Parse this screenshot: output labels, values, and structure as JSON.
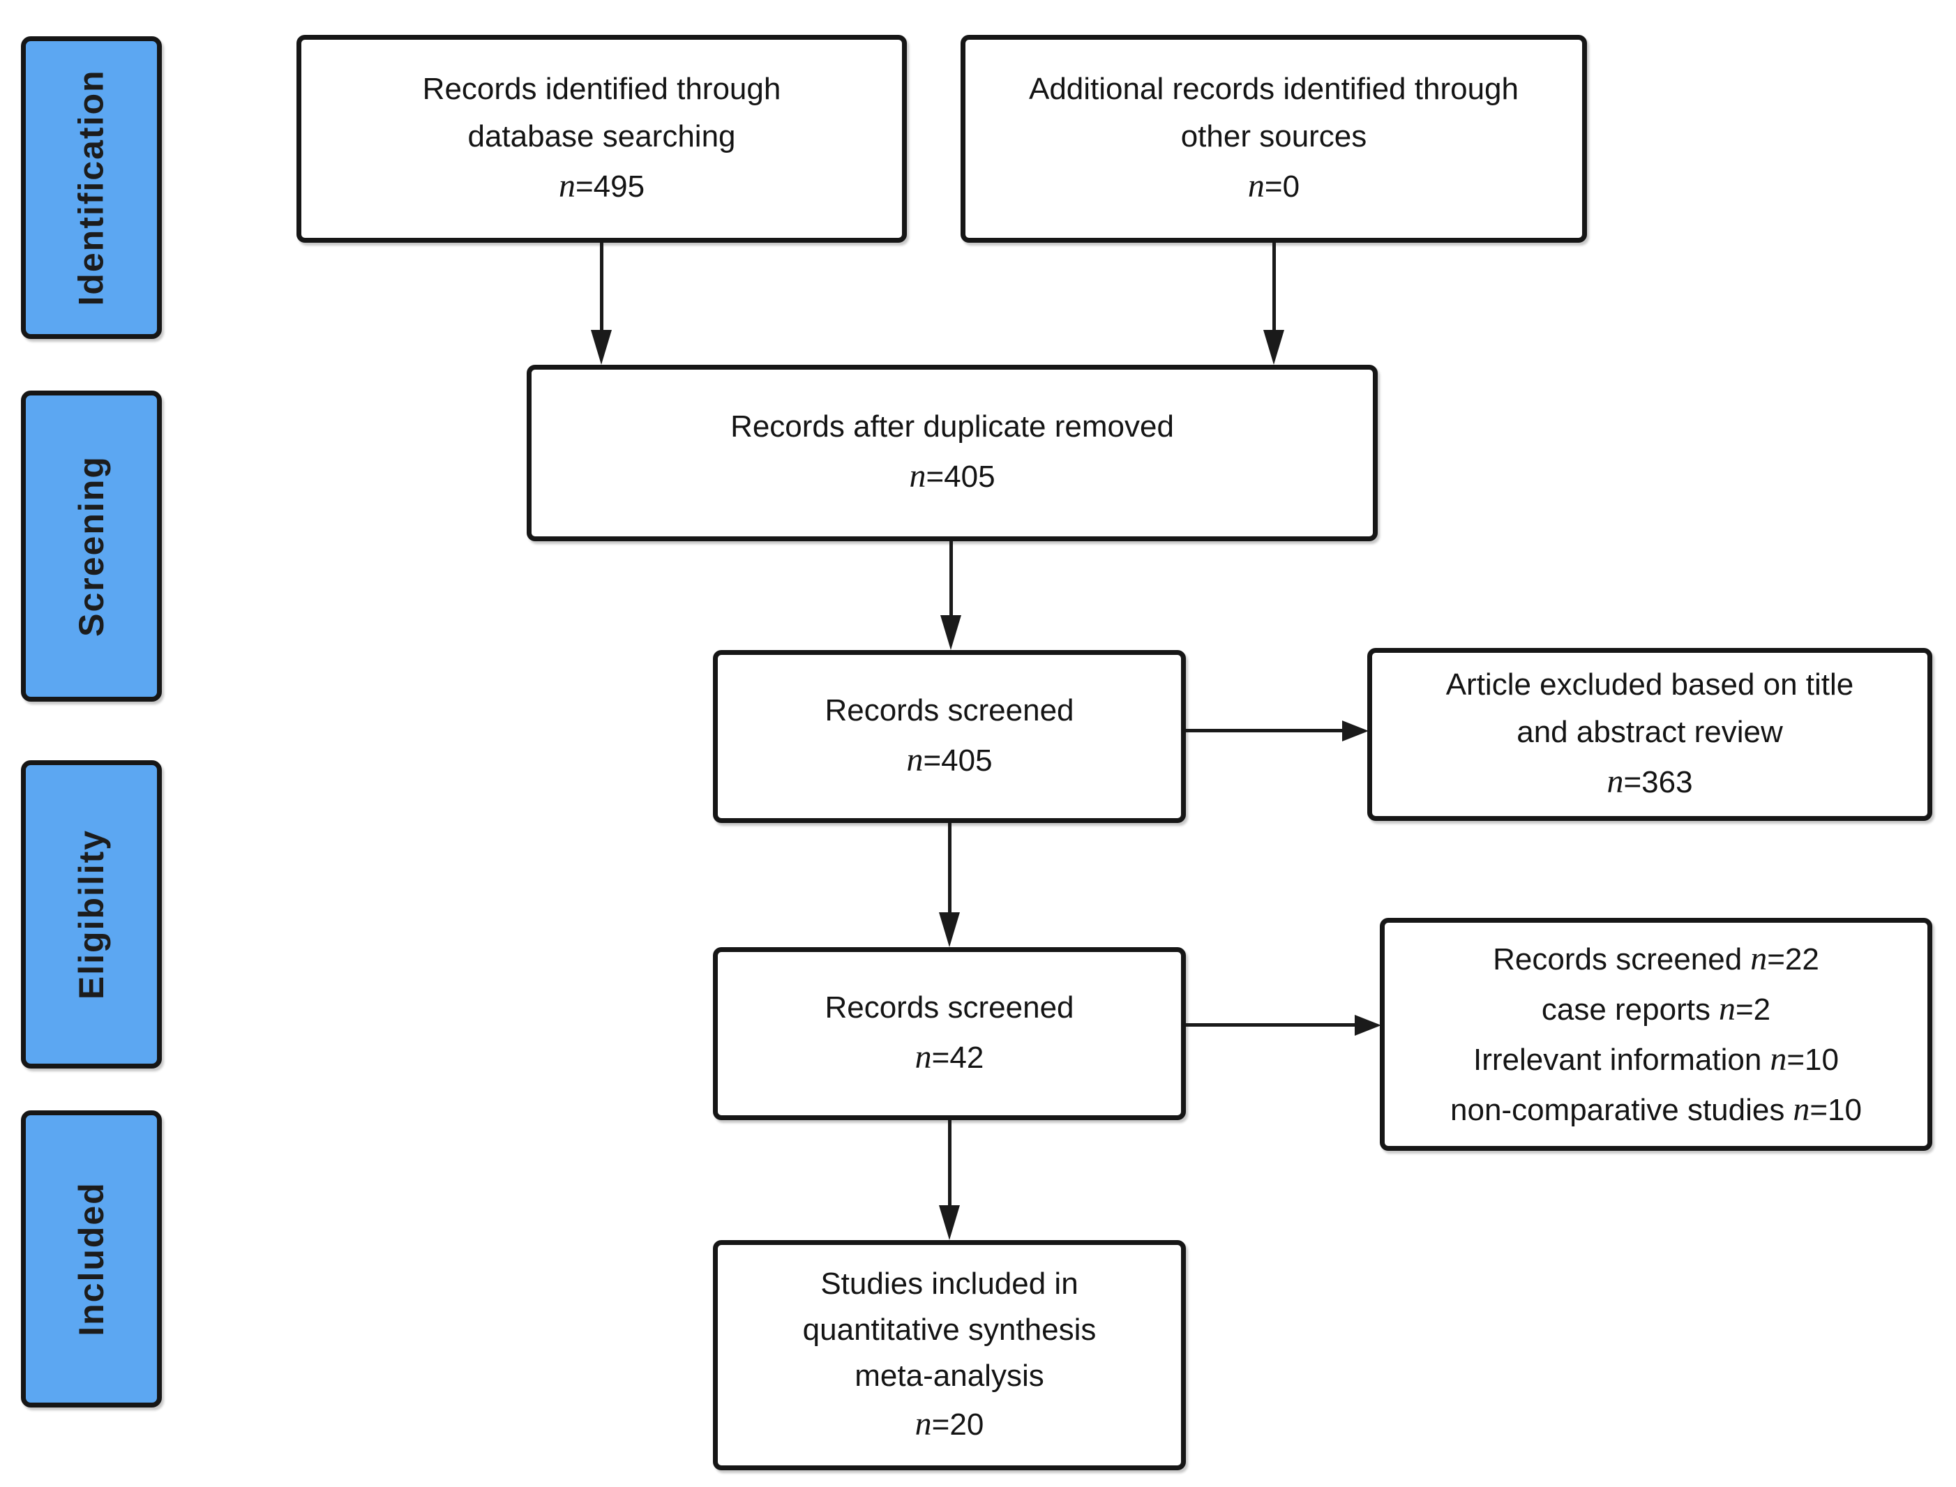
{
  "diagram": {
    "n_symbol": "n",
    "colors": {
      "stage_fill": "#5CA7F2",
      "box_border": "#161616",
      "arrow": "#1a1a1a",
      "background": "#ffffff",
      "text": "#141414"
    },
    "stages": [
      {
        "label": "Identification"
      },
      {
        "label": "Screening"
      },
      {
        "label": "Eligibility"
      },
      {
        "label": "Included"
      }
    ],
    "boxes": {
      "identified": {
        "lines": [
          "Records identified through",
          "database searching"
        ],
        "count": "=495"
      },
      "additional": {
        "lines": [
          "Additional records identified through",
          "other sources"
        ],
        "count": "=0"
      },
      "deduplicated": {
        "lines": [
          "Records after duplicate removed"
        ],
        "count": "=405"
      },
      "screened": {
        "lines": [
          "Records screened"
        ],
        "count": "=405"
      },
      "excluded_title_abstract": {
        "lines": [
          "Article excluded based on title",
          "and abstract review"
        ],
        "count": "=363"
      },
      "fulltext_screened": {
        "lines": [
          "Records screened"
        ],
        "count": "=42"
      },
      "excluded_fulltext": {
        "items": [
          {
            "text": "Records screened",
            "count": "=22"
          },
          {
            "text": "case reports",
            "count": "=2"
          },
          {
            "text": "Irrelevant information",
            "count": "=10"
          },
          {
            "text": "non-comparative studies",
            "count": "=10"
          }
        ]
      },
      "included_quantitative": {
        "lines": [
          "Studies included in",
          "quantitative synthesis",
          "meta-analysis"
        ],
        "count": "=20"
      }
    }
  }
}
